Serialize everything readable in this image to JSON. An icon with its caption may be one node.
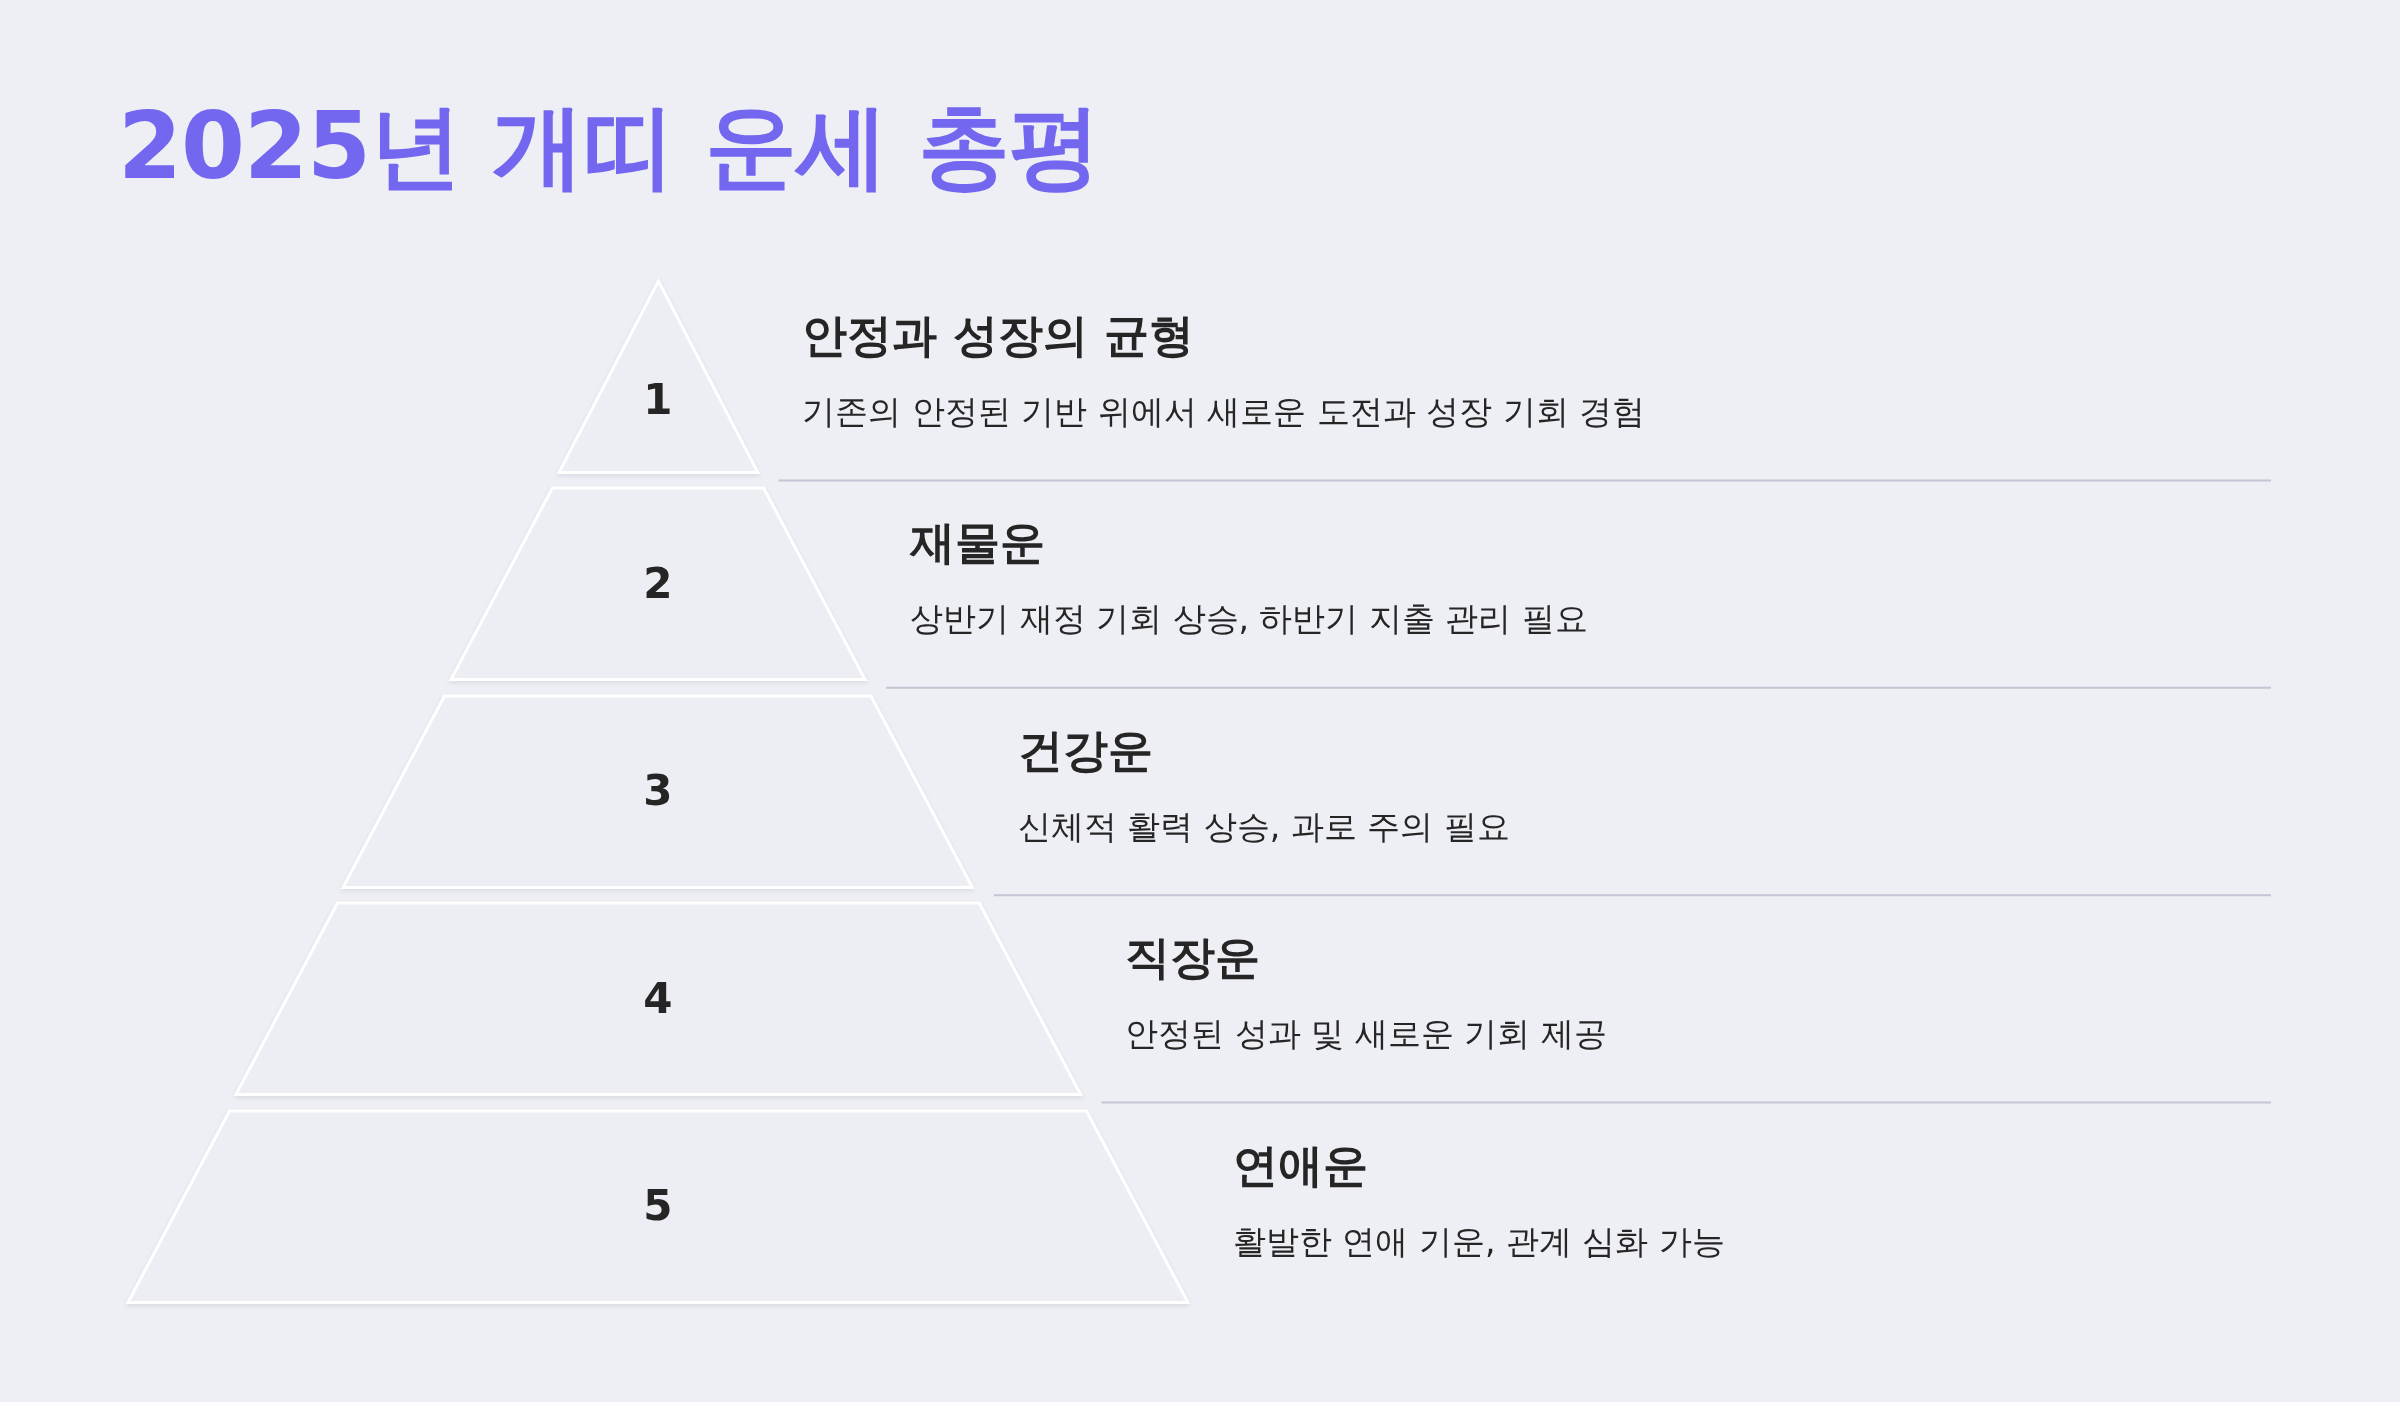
{
  "diagram": {
    "title": "2025년 개띠 운세 총평",
    "nodes": [
      {
        "text": [
          "1"
        ],
        "beside": [
          "안정과 성장의 균형",
          "기존의 안정된 기반 위에서 새로운 도전과 성장 기회 경험"
        ]
      },
      {
        "text": [
          "2"
        ],
        "beside": [
          "재물운",
          "상반기 재정 기회 상승, 하반기 지출 관리 필요"
        ]
      },
      {
        "text": [
          "3"
        ],
        "beside": [
          "건강운",
          "신체적 활력 상승, 과로 주의 필요"
        ]
      },
      {
        "text": [
          "4"
        ],
        "beside": [
          "직장운",
          "안정된 성과 및 새로운 기회 제공"
        ]
      },
      {
        "text": [
          "5"
        ],
        "beside": [
          "연애운",
          "활발한 연애 기운, 관계 심화 가능"
        ]
      }
    ]
  }
}
